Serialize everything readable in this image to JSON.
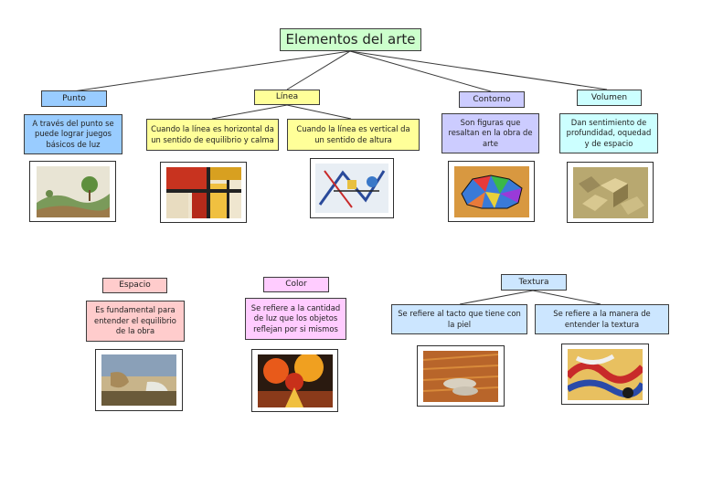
{
  "title": "Elementos del arte",
  "nodes": {
    "punto": {
      "label": "Punto",
      "desc": "A través del punto se puede lograr juegos básicos de luz"
    },
    "linea": {
      "label": "Línea",
      "desc_h": "Cuando la línea es horizontal da un sentido de equilibrio y calma",
      "desc_v": "Cuando la línea es vertical da un sentido de altura"
    },
    "contorno": {
      "label": "Contorno",
      "desc": "Son figuras que resaltan en la obra de arte"
    },
    "volumen": {
      "label": "Volumen",
      "desc": "Dan sentimiento de profundidad, oquedad y de espacio"
    },
    "espacio": {
      "label": "Espacio",
      "desc": "Es fundamental para entender el equilibrio de la obra"
    },
    "color": {
      "label": "Color",
      "desc": "Se refiere a la cantidad de luz que los objetos reflejan por si mismos"
    },
    "textura": {
      "label": "Textura",
      "desc_a": "Se refiere al tacto que tiene con la piel",
      "desc_b": "Se refiere a la manera de entender la textura"
    }
  },
  "colors": {
    "title": "#ccffcc",
    "punto": "#99ccff",
    "linea": "#ffff99",
    "contorno": "#ccccff",
    "volumen": "#ccffff",
    "espacio": "#ffcccc",
    "color": "#ffccff",
    "textura": "#cce6ff"
  }
}
